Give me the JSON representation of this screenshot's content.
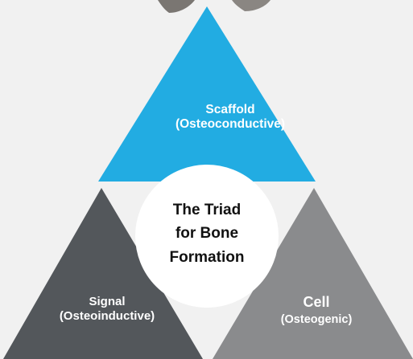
{
  "colors": {
    "scaffold": "#22ace2",
    "signal": "#53575b",
    "cell": "#8a8b8d",
    "center_circle": "#ffffff",
    "background_panel": "#f1f1f1",
    "center_text": "#111111"
  },
  "scaffold": {
    "title": "Scaffold",
    "subtitle": "(Osteoconductive)"
  },
  "signal": {
    "title": "Signal",
    "subtitle": "(Osteoinductive)"
  },
  "cell": {
    "title": "Cell",
    "subtitle": "(Osteogenic)"
  },
  "center": {
    "line1": "The Triad",
    "line2": "for Bone",
    "line3": "Formation"
  }
}
